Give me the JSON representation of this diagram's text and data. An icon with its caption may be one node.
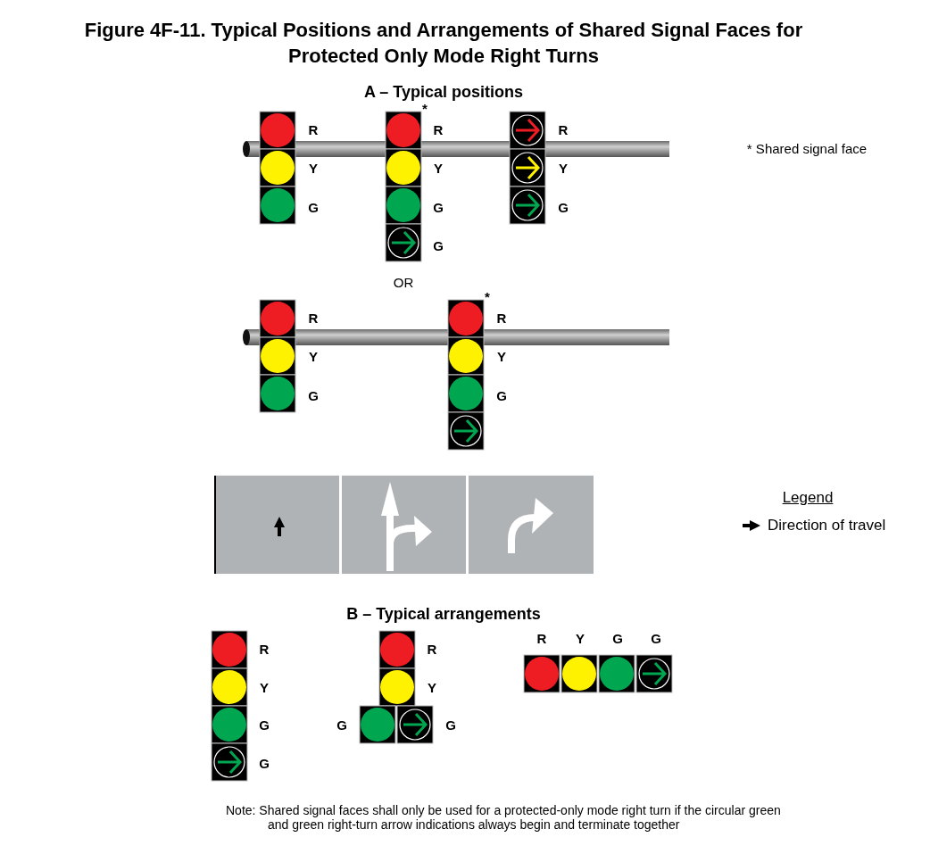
{
  "diagram": {
    "title": "Figure 4F-11. Typical Positions and Arrangements of Shared Signal Faces for Protected Only Mode Right Turns",
    "labels": [
      "A – Typical positions",
      "* Shared signal face",
      "R",
      "Y",
      "G",
      "*",
      "R",
      "Y",
      "G",
      "G",
      "R",
      "Y",
      "G",
      "OR",
      "R",
      "Y",
      "G",
      "*",
      "R",
      "Y",
      "G",
      "Legend",
      "B – Typical arrangements",
      "R",
      "Y",
      "G",
      "G",
      "R",
      "Y",
      "G",
      "G",
      "R",
      "Y",
      "G",
      "G",
      "Note: Shared signal faces shall only be used for a protected-only mode right turn if the circular green and green right-turn arrow indications always begin and terminate together"
    ],
    "legend": [
      {
        "text": "Direction of travel"
      }
    ]
  }
}
